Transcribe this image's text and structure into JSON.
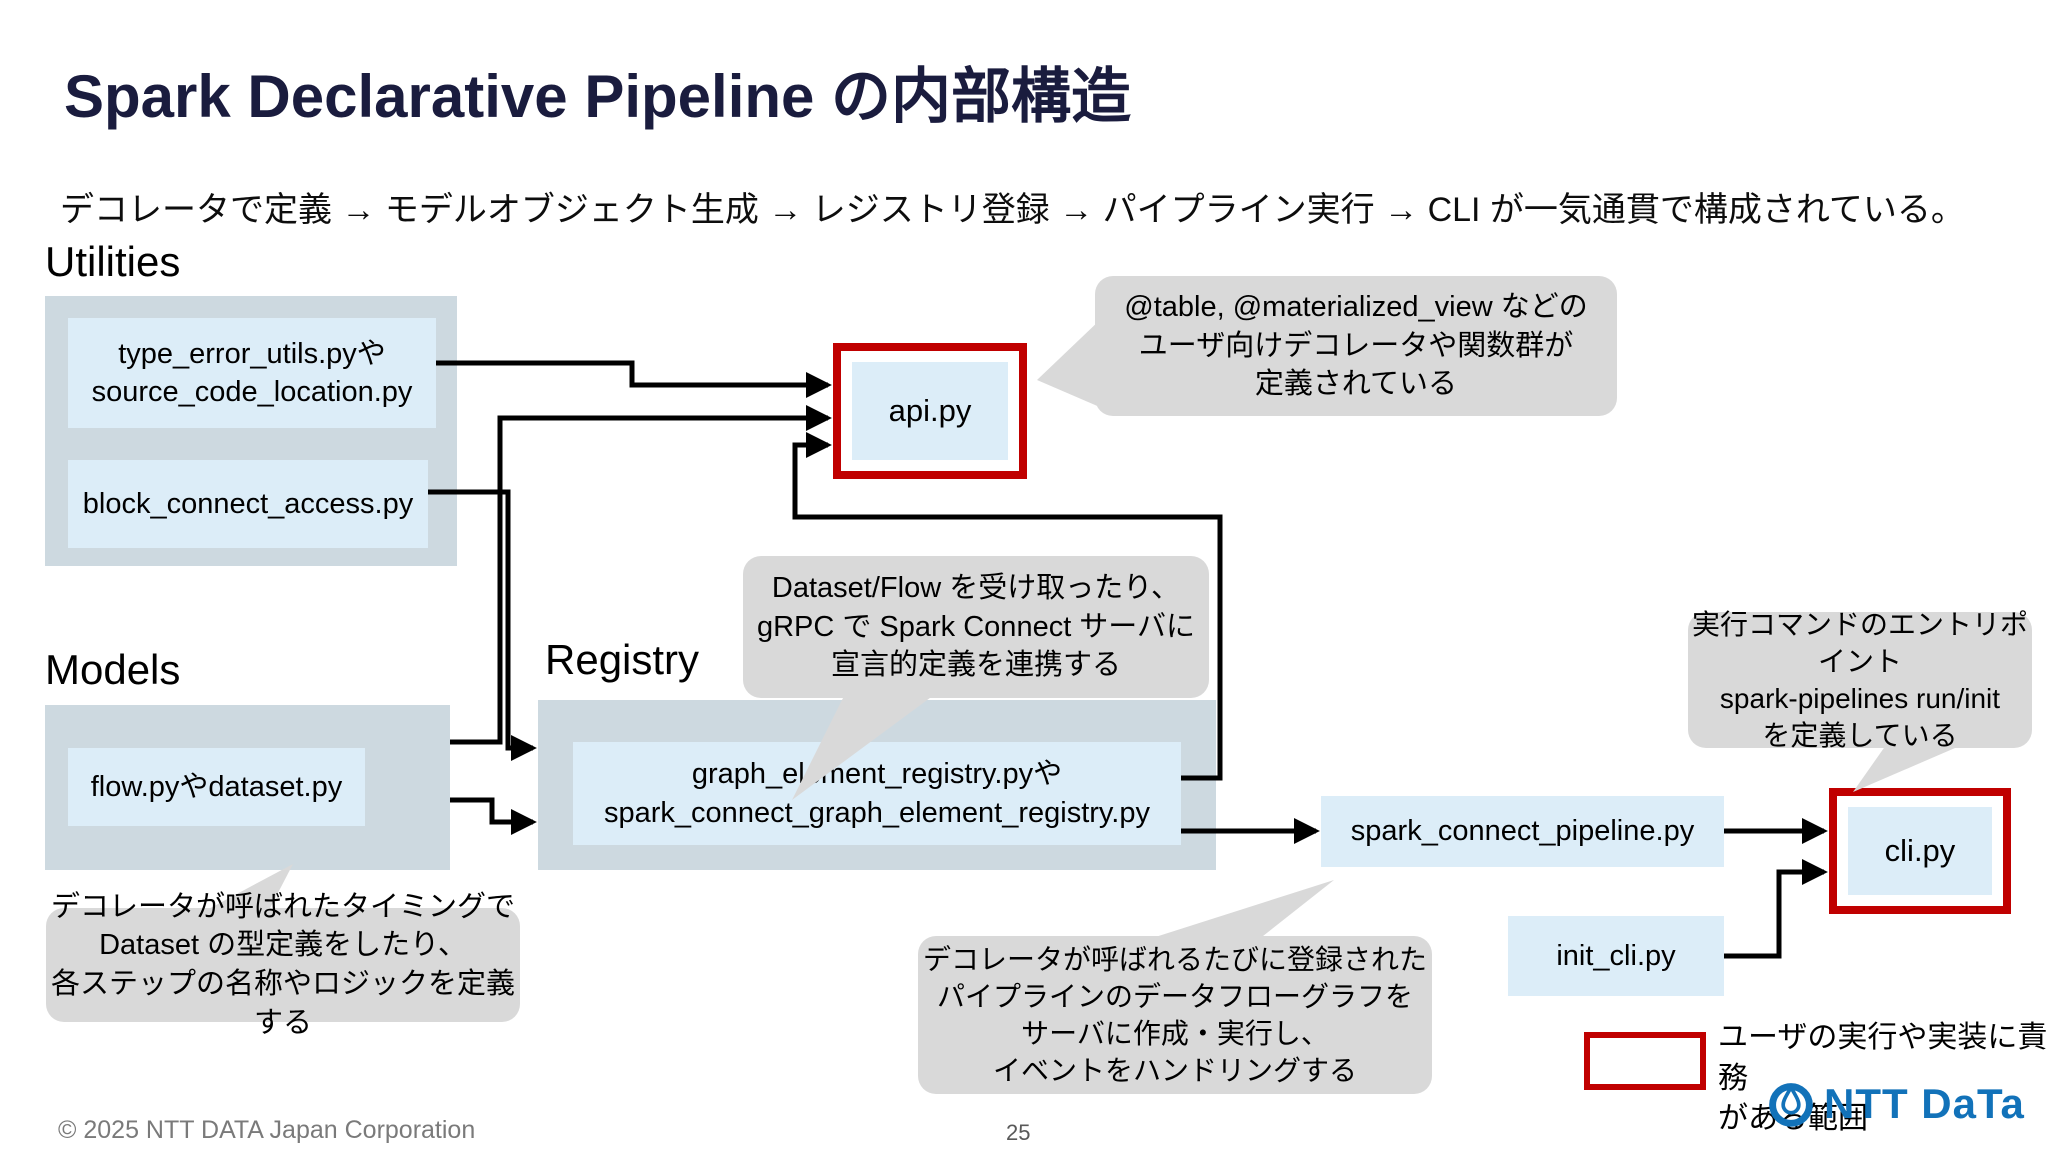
{
  "slide": {
    "title": "Spark Declarative Pipeline の内部構造",
    "subtitle": "デコレータで定義 → モデルオブジェクト生成 → レジストリ登録 → パイプライン実行 → CLI が一気通貫で構成されている。",
    "footer_copyright": "© 2025 NTT DATA Japan Corporation",
    "page_number": "25"
  },
  "sections": {
    "utilities_label": "Utilities",
    "models_label": "Models",
    "registry_label": "Registry"
  },
  "nodes": {
    "type_error_utils": "type_error_utils.pyや\nsource_code_location.py",
    "block_connect_access": "block_connect_access.py",
    "flow_dataset": "flow.pyやdataset.py",
    "graph_element_registry": "graph_element_registry.pyや\nspark_connect_graph_element_registry.py",
    "api": "api.py",
    "spark_connect_pipeline": "spark_connect_pipeline.py",
    "cli": "cli.py",
    "init_cli": "init_cli.py"
  },
  "callouts": {
    "api_callout": "@table, @materialized_view などの\nユーザ向けデコレータや関数群が\n定義されている",
    "registry_callout": "Dataset/Flow を受け取ったり、\ngRPC で Spark Connect サーバに\n宣言的定義を連携する",
    "models_callout": "デコレータが呼ばれたタイミングで\nDataset の型定義をしたり、\n各ステップの名称やロジックを定義する",
    "pipeline_callout": "デコレータが呼ばれるたびに登録された\nパイプラインのデータフローグラフを\nサーバに作成・実行し、\nイベントをハンドリングする",
    "cli_callout": "実行コマンドのエントリポイント\nspark-pipelines run/init\nを定義している"
  },
  "legend": {
    "text": "ユーザの実行や実装に責務\nがある範囲"
  },
  "logo": {
    "wordmark": "NTT DaTa"
  },
  "colors": {
    "accent_red": "#C00000",
    "node_blue": "#DCEDF8",
    "container_blue": "#CDD9E0",
    "callout_gray": "#D9D9D9",
    "title_navy": "#1A1C3E",
    "logo_blue": "#1272B9"
  }
}
